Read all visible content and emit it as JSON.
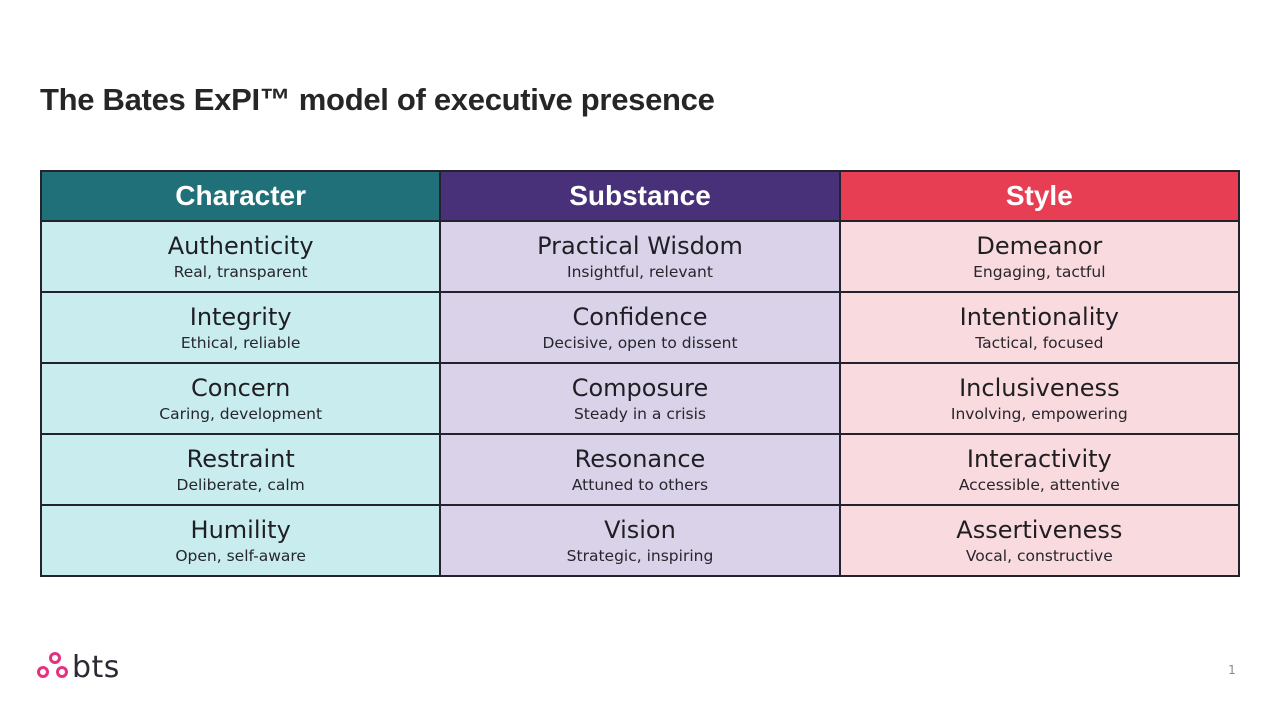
{
  "slide": {
    "title": "The Bates ExPI™ model of executive presence",
    "page_number": "1"
  },
  "logo": {
    "text": "bts",
    "mark": "three-pink-ring-dots"
  },
  "colors": {
    "header_character": "#1F7078",
    "header_substance": "#483179",
    "header_style": "#E73E54",
    "cell_character": "#C9ECEF",
    "cell_substance": "#D9D2E9",
    "cell_style": "#F9DADE",
    "border": "#23232d",
    "logo_pink": "#E6317F",
    "title_text": "#262626"
  },
  "table": {
    "columns": [
      {
        "label": "Character"
      },
      {
        "label": "Substance"
      },
      {
        "label": "Style"
      }
    ],
    "rows": [
      {
        "cells": [
          {
            "title": "Authenticity",
            "subtitle": "Real, transparent"
          },
          {
            "title": "Practical Wisdom",
            "subtitle": "Insightful, relevant"
          },
          {
            "title": "Demeanor",
            "subtitle": "Engaging, tactful"
          }
        ]
      },
      {
        "cells": [
          {
            "title": "Integrity",
            "subtitle": "Ethical, reliable"
          },
          {
            "title": "Confidence",
            "subtitle": "Decisive, open to dissent"
          },
          {
            "title": "Intentionality",
            "subtitle": "Tactical, focused"
          }
        ]
      },
      {
        "cells": [
          {
            "title": "Concern",
            "subtitle": "Caring, development"
          },
          {
            "title": "Composure",
            "subtitle": "Steady in a crisis"
          },
          {
            "title": "Inclusiveness",
            "subtitle": "Involving, empowering"
          }
        ]
      },
      {
        "cells": [
          {
            "title": "Restraint",
            "subtitle": "Deliberate, calm"
          },
          {
            "title": "Resonance",
            "subtitle": "Attuned to others"
          },
          {
            "title": "Interactivity",
            "subtitle": "Accessible, attentive"
          }
        ]
      },
      {
        "cells": [
          {
            "title": "Humility",
            "subtitle": "Open, self-aware"
          },
          {
            "title": "Vision",
            "subtitle": "Strategic, inspiring"
          },
          {
            "title": "Assertiveness",
            "subtitle": "Vocal, constructive"
          }
        ]
      }
    ]
  }
}
